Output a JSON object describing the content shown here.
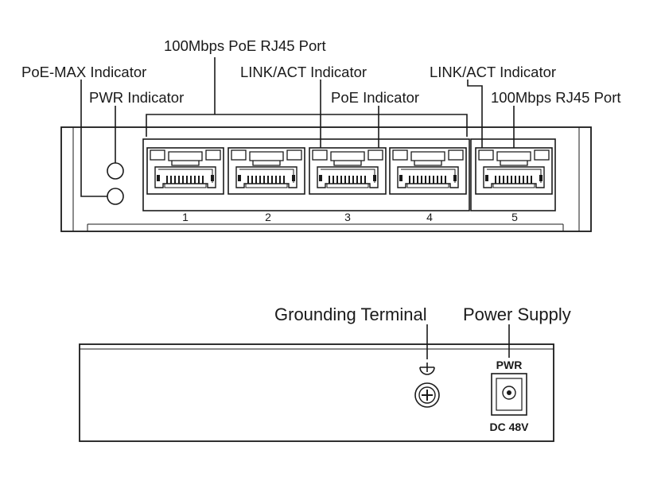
{
  "front_panel": {
    "labels": {
      "poe_port": "100Mbps PoE RJ45 Port",
      "poe_max": "PoE-MAX Indicator",
      "link_act_left": "LINK/ACT Indicator",
      "link_act_right": "LINK/ACT Indicator",
      "pwr": "PWR Indicator",
      "poe": "PoE Indicator",
      "rj45_port": "100Mbps RJ45 Port"
    },
    "ports": [
      "1",
      "2",
      "3",
      "4",
      "5"
    ]
  },
  "rear_panel": {
    "labels": {
      "grounding": "Grounding Terminal",
      "power_supply": "Power Supply"
    },
    "pwr_label": "PWR",
    "voltage_label": "DC 48V"
  }
}
